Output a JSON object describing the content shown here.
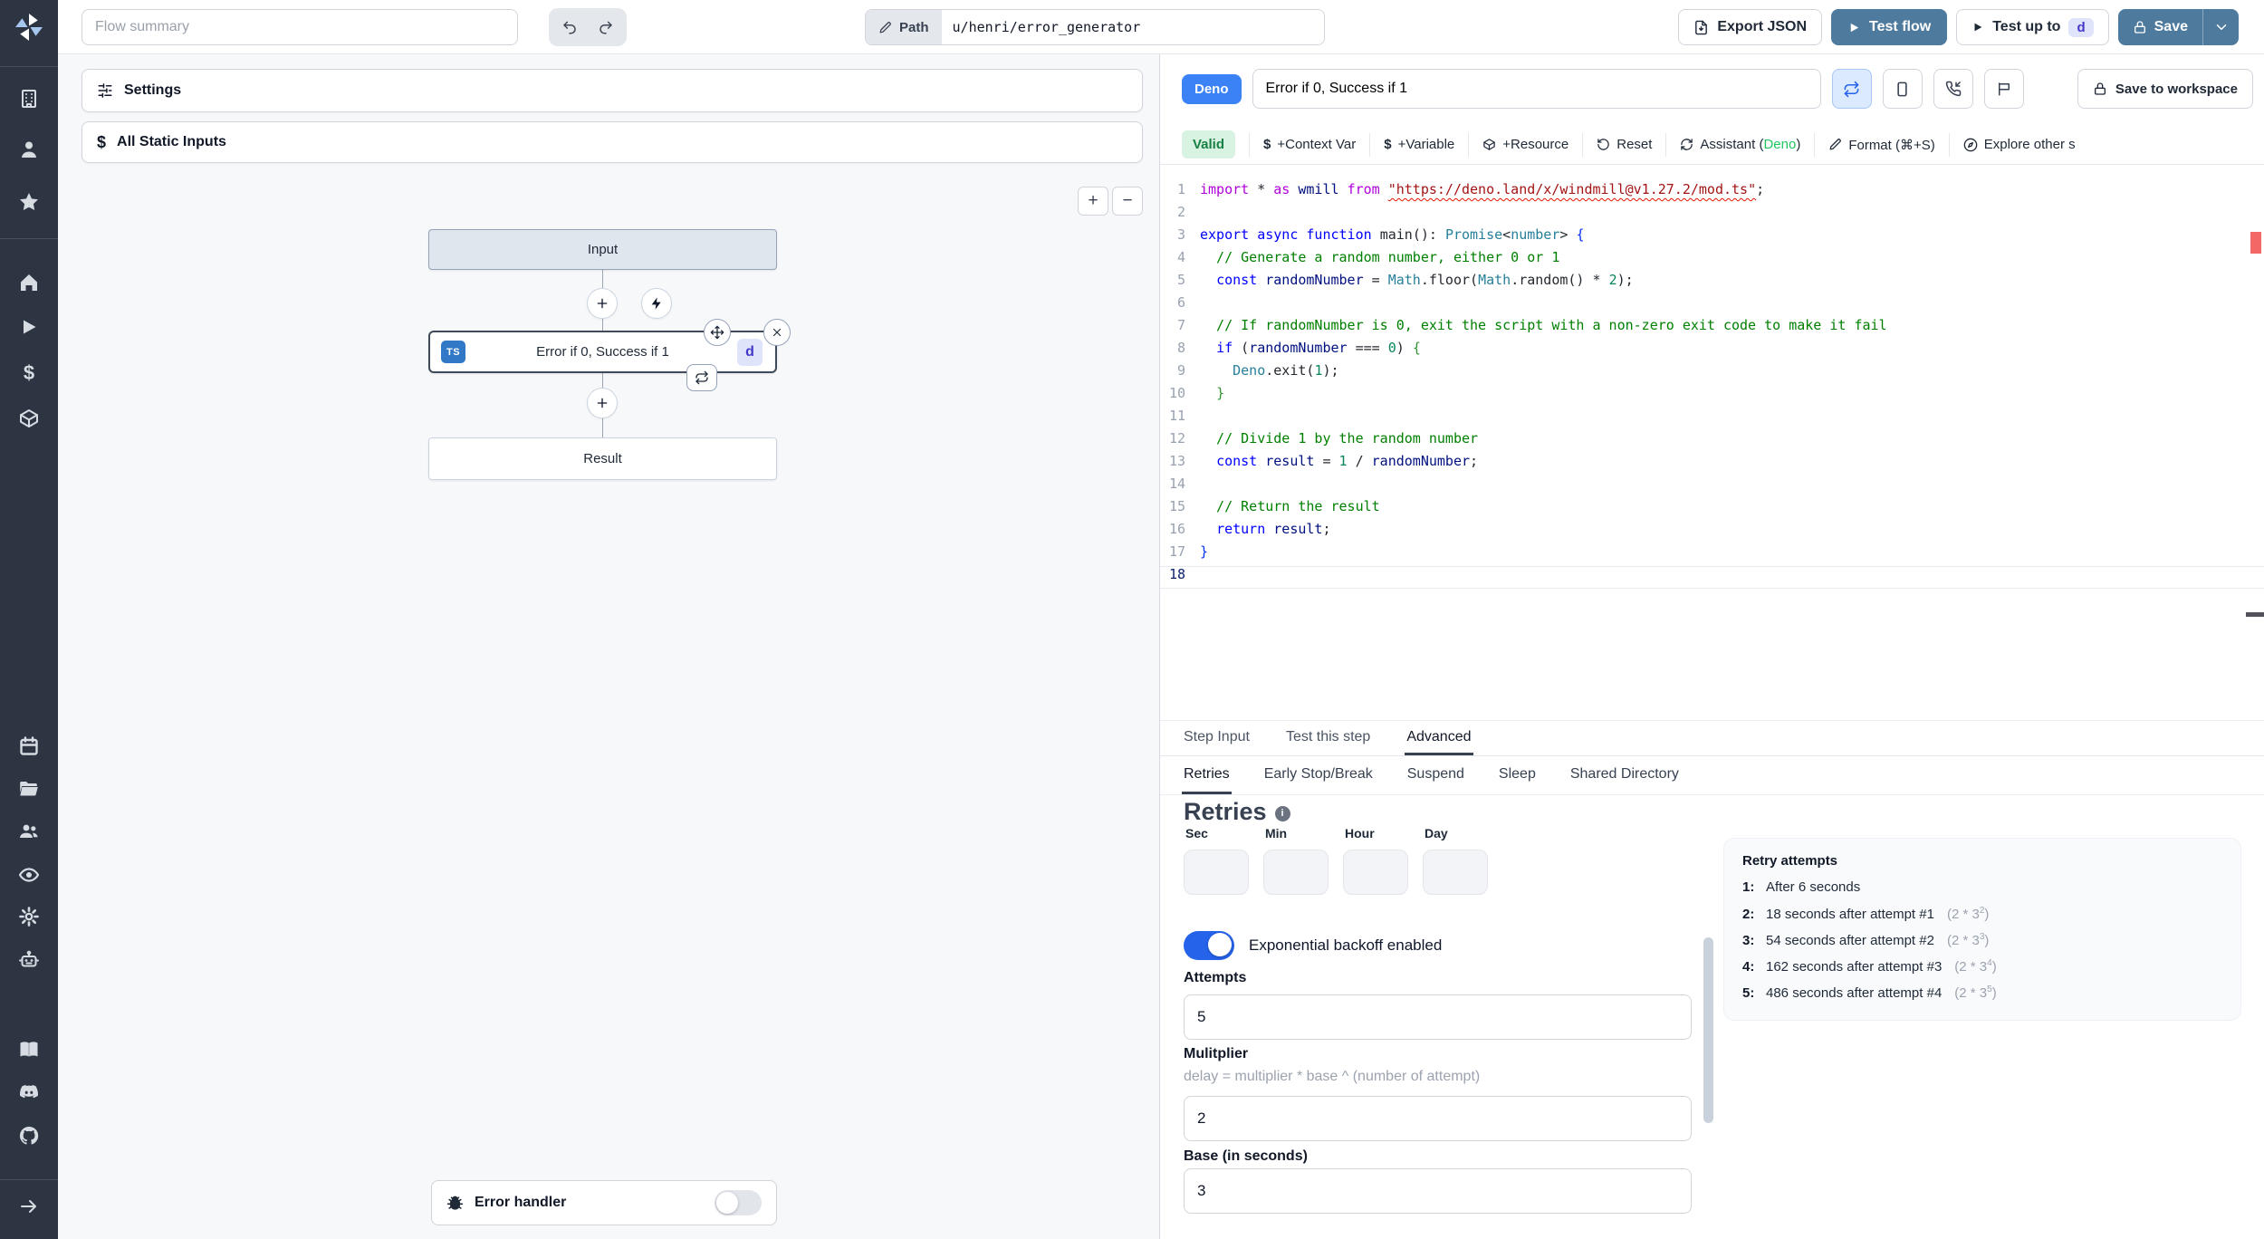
{
  "topbar": {
    "flow_summary_placeholder": "Flow summary",
    "path_label": "Path",
    "path_value": "u/henri/error_generator",
    "export_json_label": "Export JSON",
    "test_flow_label": "Test flow",
    "test_up_to_label": "Test up to",
    "test_up_to_badge": "d",
    "save_label": "Save"
  },
  "sidebar": {
    "icons": [
      "windmill-logo",
      "building",
      "user",
      "star",
      "home",
      "play",
      "dollar",
      "boxes",
      "calendar",
      "folder-open",
      "user-group",
      "eye",
      "gear",
      "robot",
      "book",
      "discord",
      "github",
      "expand-arrow"
    ]
  },
  "canvas": {
    "settings_label": "Settings",
    "static_inputs_label": "All Static Inputs",
    "zoom_in_label": "+",
    "zoom_out_label": "−",
    "input_node_label": "Input",
    "step_node": {
      "lang_badge": "TS",
      "label": "Error if 0, Success if 1",
      "suffix_badge": "d"
    },
    "result_node_label": "Result",
    "error_handler_label": "Error handler"
  },
  "editor": {
    "lang_badge": "Deno",
    "name_value": "Error if 0, Success if 1",
    "save_to_workspace_label": "Save to workspace",
    "toolbar": {
      "valid_label": "Valid",
      "context_var_label": "+Context Var",
      "variable_label": "+Variable",
      "resource_label": "+Resource",
      "reset_label": "Reset",
      "assistant_pre": "Assistant (",
      "assistant_accent": "Deno",
      "assistant_post": ")",
      "format_label": "Format (⌘+S)",
      "explore_label": "Explore other s"
    },
    "code": {
      "active_line": 18,
      "lines": [
        [
          [
            "kw2",
            "import"
          ],
          [
            "pl",
            " * "
          ],
          [
            "kw2",
            "as"
          ],
          [
            "var",
            " wmill "
          ],
          [
            "kw2",
            "from"
          ],
          [
            "pl",
            " "
          ],
          [
            "str sq",
            "\"https://deno.land/x/windmill@v1.27.2/mod.ts\""
          ],
          [
            "pl",
            ";"
          ]
        ],
        [],
        [
          [
            "kw",
            "export"
          ],
          [
            "pl",
            " "
          ],
          [
            "kw",
            "async"
          ],
          [
            "pl",
            " "
          ],
          [
            "kw",
            "function"
          ],
          [
            "pl",
            " "
          ],
          [
            "fn",
            "main"
          ],
          [
            "pl",
            "(): "
          ],
          [
            "ty",
            "Promise"
          ],
          [
            "pl",
            "<"
          ],
          [
            "ty",
            "number"
          ],
          [
            "pl",
            "> "
          ],
          [
            "br1",
            "{"
          ]
        ],
        [
          [
            "cm",
            "  // Generate a random number, either 0 or 1"
          ]
        ],
        [
          [
            "pl",
            "  "
          ],
          [
            "kw",
            "const"
          ],
          [
            "pl",
            " "
          ],
          [
            "var",
            "randomNumber"
          ],
          [
            "pl",
            " = "
          ],
          [
            "ty",
            "Math"
          ],
          [
            "pl",
            ".floor("
          ],
          [
            "ty",
            "Math"
          ],
          [
            "pl",
            ".random() * "
          ],
          [
            "num",
            "2"
          ],
          [
            "pl",
            ");"
          ]
        ],
        [],
        [
          [
            "cm",
            "  // If randomNumber is 0, exit the script with a non-zero exit code to make it fail"
          ]
        ],
        [
          [
            "pl",
            "  "
          ],
          [
            "kw",
            "if"
          ],
          [
            "pl",
            " ("
          ],
          [
            "var",
            "randomNumber"
          ],
          [
            "pl",
            " === "
          ],
          [
            "num",
            "0"
          ],
          [
            "pl",
            ") "
          ],
          [
            "br2",
            "{"
          ]
        ],
        [
          [
            "pl",
            "    "
          ],
          [
            "ty",
            "Deno"
          ],
          [
            "pl",
            ".exit("
          ],
          [
            "num",
            "1"
          ],
          [
            "pl",
            ");"
          ]
        ],
        [
          [
            "pl",
            "  "
          ],
          [
            "br2",
            "}"
          ]
        ],
        [],
        [
          [
            "cm",
            "  // Divide 1 by the random number"
          ]
        ],
        [
          [
            "pl",
            "  "
          ],
          [
            "kw",
            "const"
          ],
          [
            "pl",
            " "
          ],
          [
            "var",
            "result"
          ],
          [
            "pl",
            " = "
          ],
          [
            "num",
            "1"
          ],
          [
            "pl",
            " / "
          ],
          [
            "var",
            "randomNumber"
          ],
          [
            "pl",
            ";"
          ]
        ],
        [],
        [
          [
            "cm",
            "  // Return the result"
          ]
        ],
        [
          [
            "pl",
            "  "
          ],
          [
            "kw",
            "return"
          ],
          [
            "pl",
            " "
          ],
          [
            "var",
            "result"
          ],
          [
            "pl",
            ";"
          ]
        ],
        [
          [
            "br1",
            "}"
          ]
        ],
        []
      ]
    }
  },
  "panel": {
    "tabs": [
      "Step Input",
      "Test this step",
      "Advanced"
    ],
    "active_tab": "Advanced",
    "subtabs": [
      "Retries",
      "Early Stop/Break",
      "Suspend",
      "Sleep",
      "Shared Directory"
    ],
    "active_subtab": "Retries",
    "retries": {
      "heading": "Retries",
      "info_icon": "i",
      "time_labels": [
        "Sec",
        "Min",
        "Hour",
        "Day"
      ],
      "toggle_label": "Exponential backoff enabled",
      "attempts_label": "Attempts",
      "attempts_value": "5",
      "multiplier_label": "Mulitplier",
      "multiplier_help": "delay = multiplier * base ^ (number of attempt)",
      "multiplier_value": "2",
      "base_label": "Base (in seconds)",
      "base_value": "3",
      "retry_attempts_title": "Retry attempts",
      "retry_attempts": [
        {
          "n": "1:",
          "text": "After 6 seconds"
        },
        {
          "n": "2:",
          "text": "18 seconds after attempt #1",
          "formula": "2 * 3",
          "exp": "2"
        },
        {
          "n": "3:",
          "text": "54 seconds after attempt #2",
          "formula": "2 * 3",
          "exp": "3"
        },
        {
          "n": "4:",
          "text": "162 seconds after attempt #3",
          "formula": "2 * 3",
          "exp": "4"
        },
        {
          "n": "5:",
          "text": "486 seconds after attempt #4",
          "formula": "2 * 3",
          "exp": "5"
        }
      ]
    }
  },
  "colors": {
    "accent_blue": "#3b82f6",
    "steel_blue": "#4e7a9e",
    "valid_green_bg": "#d8f3e1",
    "valid_green_text": "#178045",
    "assistant_green": "#22c55e",
    "badge_indigo_bg": "#e0e4fb",
    "badge_indigo_text": "#4338ca",
    "toggle_on_blue": "#2563eb",
    "sidebar_bg": "#2d3543"
  }
}
